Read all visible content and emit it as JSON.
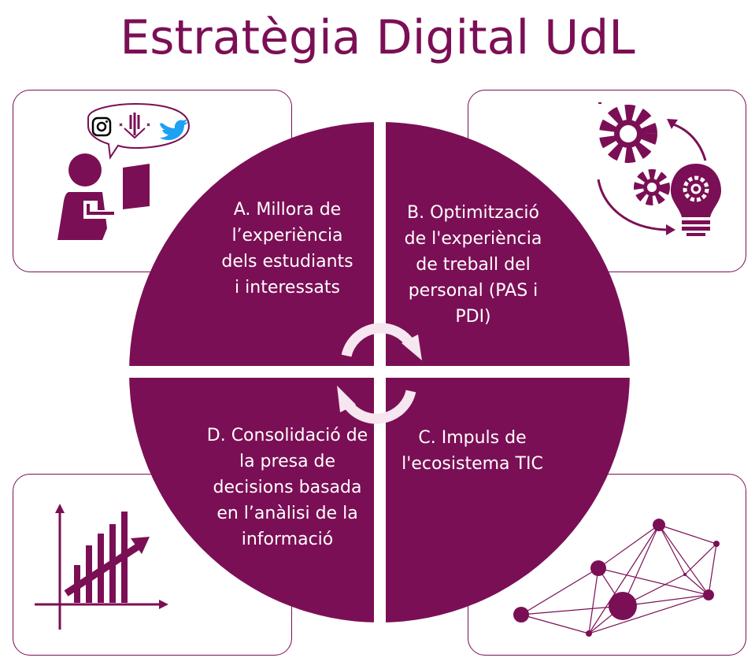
{
  "title": "Estratègia Digital UdL",
  "colors": {
    "primary": "#7b0f55",
    "arrow": "#f6e6f0",
    "twitter": "#1da1f2"
  },
  "quadrants": {
    "a": {
      "label": "A. Millora de l’experiència dels estudiants i interessats",
      "icon": "presenter-social-icon"
    },
    "b": {
      "label": "B. Optimització de l'experiència de treball del personal (PAS i PDI)",
      "icon": "gears-lightbulb-icon"
    },
    "c": {
      "label": "C. Impuls de l'ecosistema TIC",
      "icon": "network-icon"
    },
    "d": {
      "label": "D. Consolidació de la presa de decisions basada en l’anàlisi de la informació",
      "icon": "growth-chart-icon"
    }
  }
}
